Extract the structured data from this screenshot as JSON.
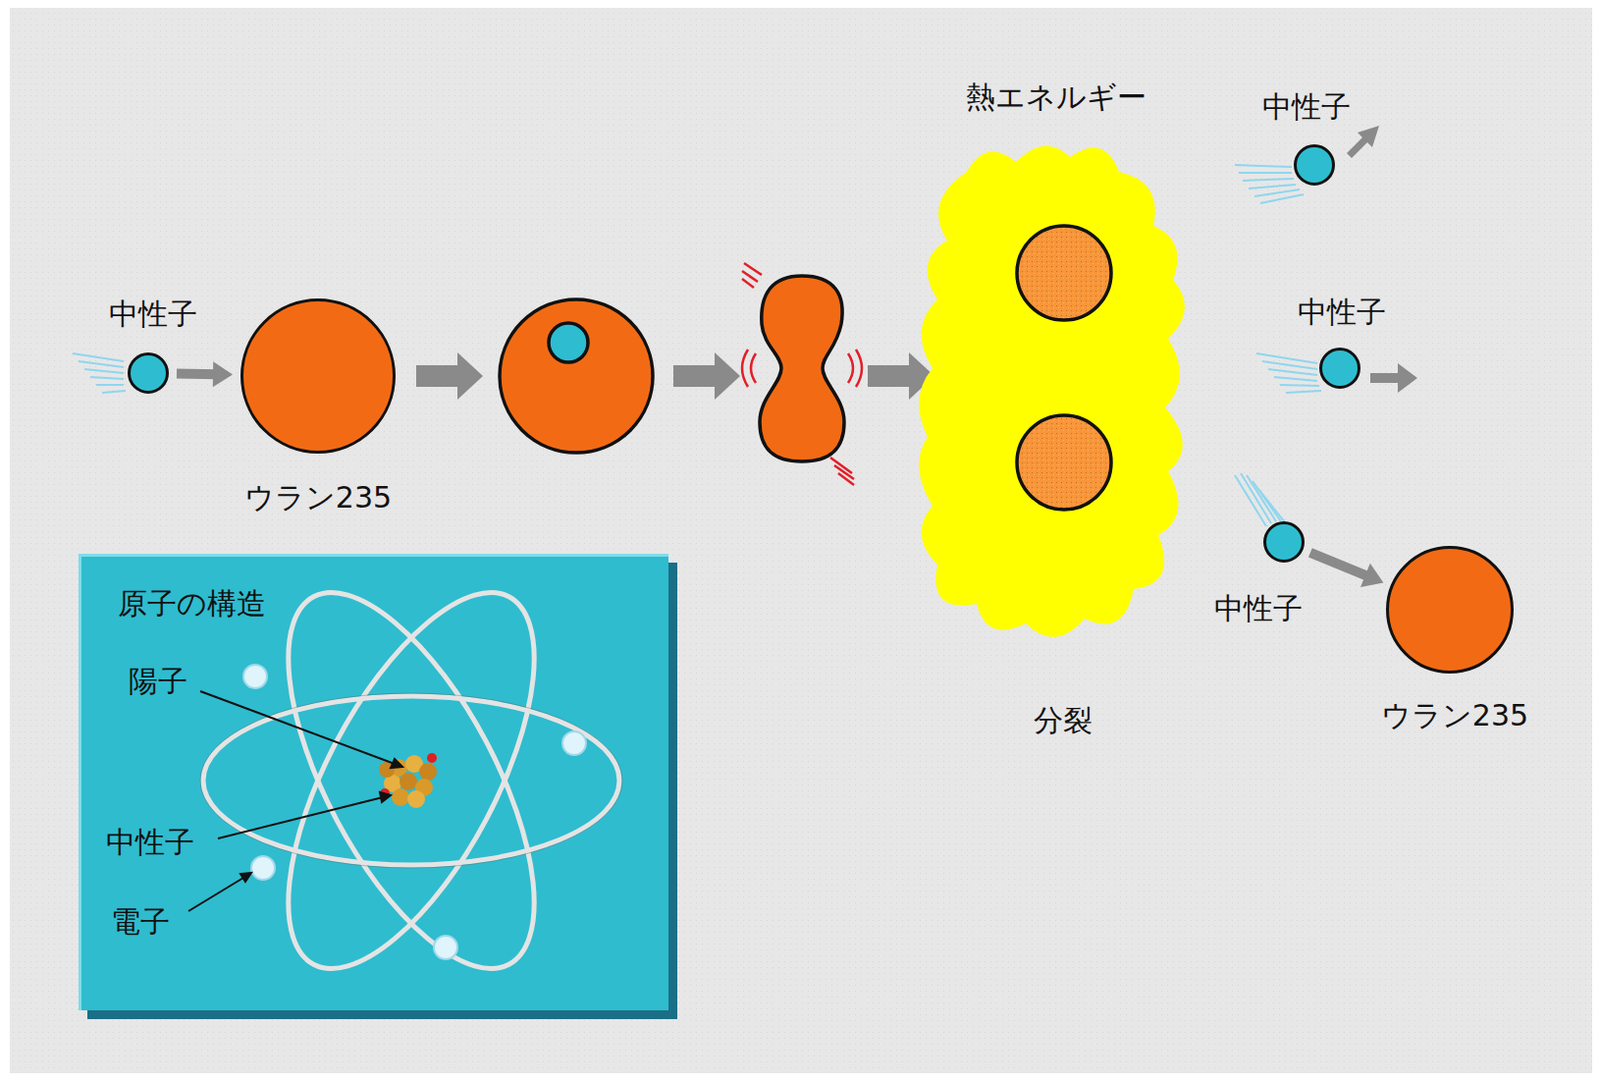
{
  "diagram": {
    "nodes": [
      {
        "text": [
          "中性子"
        ]
      },
      {
        "text": [
          "ウラン235"
        ]
      },
      {
        "text": [
          "熱エネルギー",
          "分裂"
        ]
      },
      {
        "text": [
          "中性子"
        ]
      },
      {
        "text": [
          "中性子"
        ]
      },
      {
        "text": [
          "中性子"
        ]
      },
      {
        "text": [
          "ウラン235"
        ]
      },
      {
        "text": [
          "原子の構造"
        ]
      }
    ],
    "edges": [
      {
        "from": 0,
        "to": 1,
        "arrow": "to"
      },
      {
        "from": 5,
        "to": 6,
        "arrow": "to"
      }
    ],
    "labels": [
      "陽子",
      "中性子",
      "電子"
    ]
  }
}
